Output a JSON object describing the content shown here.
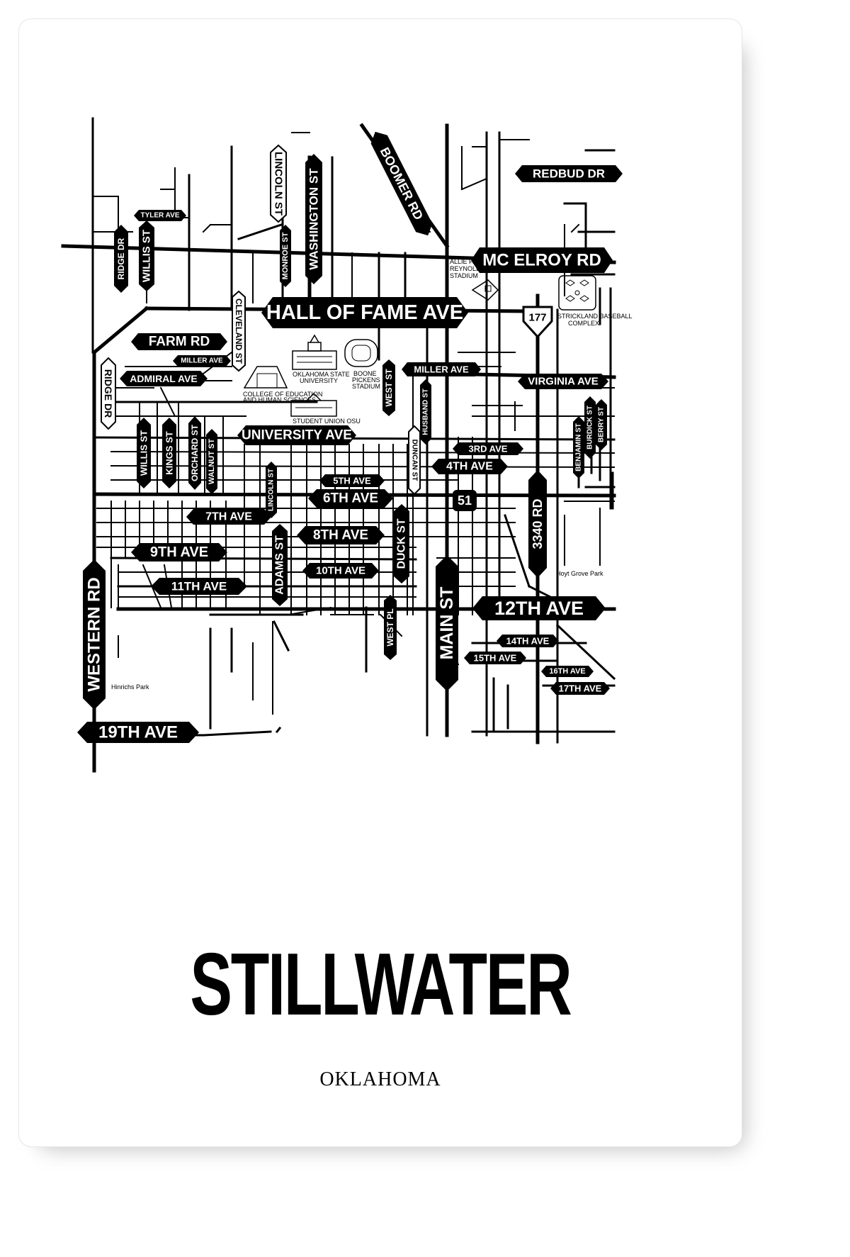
{
  "poster": {
    "title": "STILLWATER",
    "subtitle": "OKLAHOMA"
  },
  "roads": {
    "redbud": "REDBUD DR",
    "boomer": "BOOMER RD",
    "washington": "WASHINGTON ST",
    "lincoln_n": "LINCOLN ST",
    "tyler": "TYLER AVE",
    "ridge_n": "RIDGE DR",
    "willis_n": "WILLIS ST",
    "monroe": "MONROE ST",
    "mcelroy": "MC ELROY RD",
    "hall_of_fame": "HALL OF FAME AVE",
    "cleveland": "CLEVELAND ST",
    "farm": "FARM RD",
    "miller_w": "MILLER AVE",
    "admiral": "ADMIRAL AVE",
    "ridge_s": "RIDGE DR",
    "west_st": "WEST ST",
    "miller_e": "MILLER AVE",
    "virginia": "VIRGINIA AVE",
    "husband": "HUSBAND ST",
    "benjamin": "BENJAMIN ST",
    "burdick": "BURDICK ST",
    "berry": "BERRY ST",
    "university": "UNIVERSITY AVE",
    "willis_s": "WILLIS ST",
    "kings": "KINGS ST",
    "orchard": "ORCHARD ST",
    "walnut": "WALNUT ST",
    "duncan": "DUNCAN ST",
    "third": "3RD AVE",
    "fourth": "4TH AVE",
    "fifth": "5TH AVE",
    "lincoln_s": "LINCOLN ST",
    "sixth": "6TH AVE",
    "seventh": "7TH AVE",
    "eighth": "8TH AVE",
    "adams": "ADAMS ST",
    "duck": "DUCK ST",
    "ninth": "9TH AVE",
    "tenth": "10TH AVE",
    "eleventh": "11TH AVE",
    "rd3340": "3340 RD",
    "main": "MAIN ST",
    "twelfth": "12TH AVE",
    "west_pl": "WEST PL",
    "fourteenth": "14TH AVE",
    "fifteenth": "15TH AVE",
    "sixteenth": "16TH AVE",
    "seventeenth": "17TH AVE",
    "western": "WESTERN RD",
    "nineteenth": "19TH AVE"
  },
  "shields": {
    "hwy177": "177",
    "hwy51": "51"
  },
  "landmarks": {
    "allie_1": "ALLIE P.",
    "allie_2": "REYNOLDS",
    "allie_3": "STADIUM",
    "strickland_1": "STRICKLAND BASEBALL",
    "strickland_2": "COMPLEX",
    "osu_1": "OKLAHOMA STATE",
    "osu_2": "UNIVERSITY",
    "boone_1": "BOONE",
    "boone_2": "PICKENS",
    "boone_3": "STADIUM",
    "coe_1": "COLLEGE OF EDUCATION",
    "coe_2": "AND HUMAN SCIENCES",
    "union": "STUDENT UNION OSU",
    "hoyt": "Hoyt Grove Park",
    "hinrichs": "Hinrichs Park"
  },
  "colors": {
    "ink": "#000000",
    "paper": "#ffffff"
  }
}
